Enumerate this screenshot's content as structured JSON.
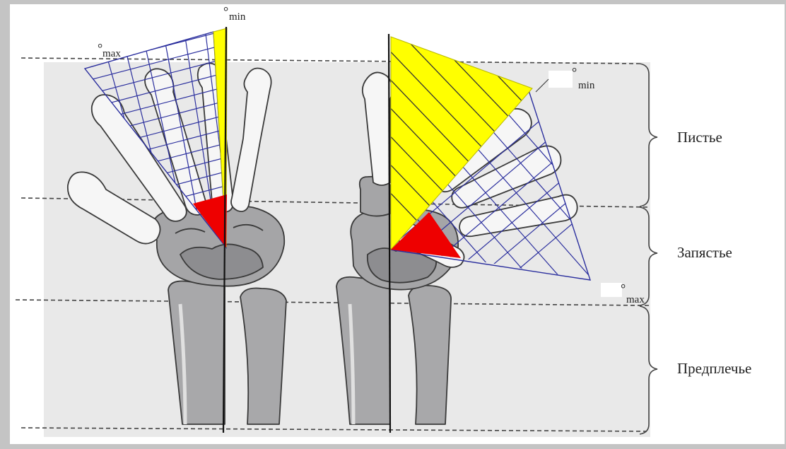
{
  "regions": {
    "hand": "Пистье",
    "wrist": "Запястье",
    "forearm": "Предплечье"
  },
  "left_figure": {
    "max_label": {
      "sym": "°",
      "sub": "max"
    },
    "min_label": {
      "sym": "°",
      "sub": "min"
    }
  },
  "right_figure": {
    "min_label": {
      "sym": "°",
      "sub": "min"
    },
    "max_label": {
      "sym": "°",
      "sub": "max"
    }
  },
  "colors": {
    "frame": "#c0c0c0",
    "panel": "#e8e8e8",
    "bone_fill": "#f7f7f7",
    "bone_shade": "#a7a7a9",
    "outline": "#3a3a3a",
    "hatch": "#2b2f9e",
    "yellow": "#ffff00",
    "red": "#ee0000",
    "axis": "#111111",
    "dash": "#444444"
  }
}
